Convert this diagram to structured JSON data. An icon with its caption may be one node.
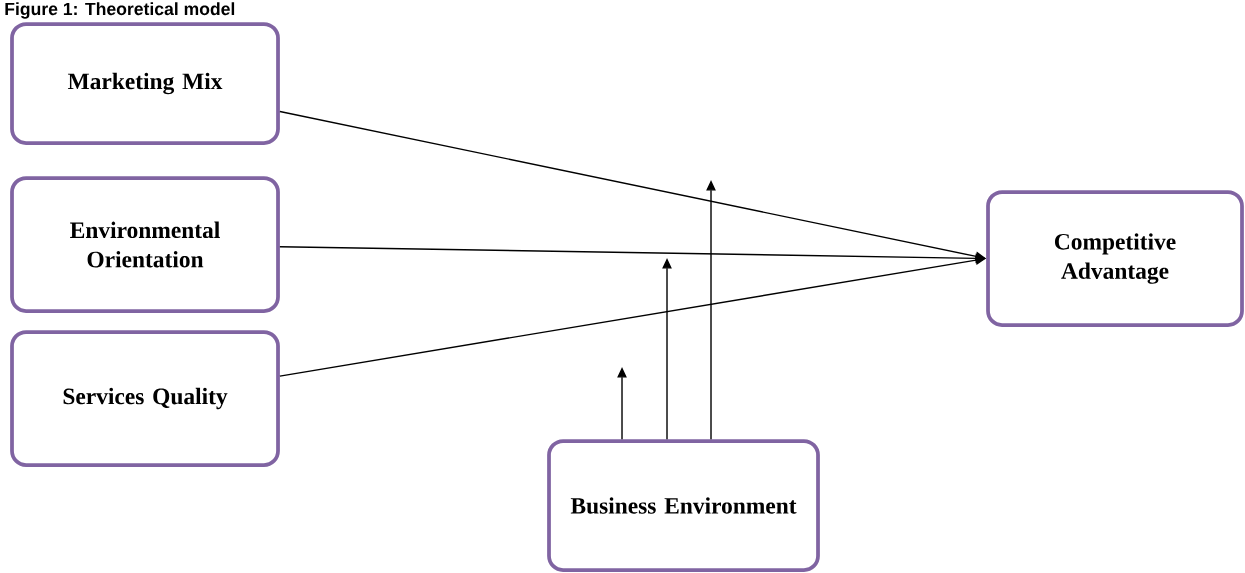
{
  "diagram": {
    "title": "Figure 1: Theoretical model",
    "nodes": [
      {
        "text": [
          "Marketing Mix"
        ]
      },
      {
        "text": [
          "Environmental Orientation"
        ]
      },
      {
        "text": [
          "Services Quality"
        ]
      },
      {
        "text": [
          "Competitive Advantage"
        ]
      },
      {
        "text": [
          "Business Environment"
        ]
      }
    ],
    "edges": [
      {
        "from": 0,
        "to": 3,
        "arrow": "to"
      },
      {
        "from": 1,
        "to": 3,
        "arrow": "to"
      },
      {
        "from": 2,
        "to": 3,
        "arrow": "to"
      },
      {
        "from": 4,
        "to": null,
        "arrow": "to"
      },
      {
        "from": 4,
        "to": null,
        "arrow": "to"
      },
      {
        "from": 4,
        "to": null,
        "arrow": "to"
      }
    ]
  }
}
